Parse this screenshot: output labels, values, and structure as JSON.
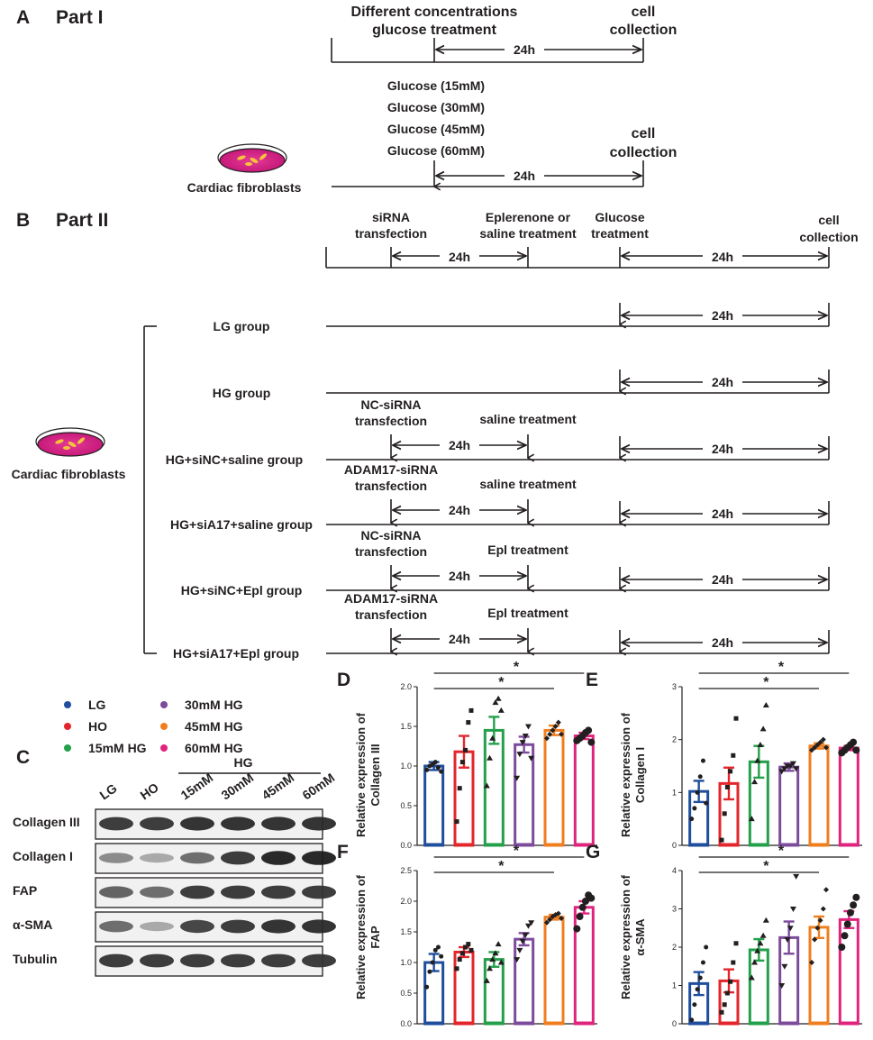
{
  "panels": {
    "A": "A",
    "B": "B",
    "C": "C",
    "D": "D",
    "E": "E",
    "F": "F",
    "G": "G"
  },
  "part1": {
    "title": "Part I",
    "treat_line1": "Different concentrations",
    "treat_line2": "glucose treatment",
    "cell1": "cell",
    "collect1": "collection",
    "dur1": "24h",
    "glucose": [
      "Glucose (15mM)",
      "Glucose (30mM)",
      "Glucose (45mM)",
      "Glucose (60mM)"
    ],
    "cell2": "cell",
    "collect2": "collection",
    "dur2": "24h",
    "fibro": "Cardiac fibroblasts"
  },
  "part2": {
    "title": "Part II",
    "sirna1": "siRNA",
    "sirna2": "transfection",
    "epl1": "Eplerenone or",
    "epl2": "saline treatment",
    "glu1": "Glucose",
    "glu2": "treatment",
    "cell": "cell",
    "collect": "collection",
    "dur": "24h",
    "fibro": "Cardiac fibroblasts",
    "groups": [
      {
        "name": "LG group",
        "tr1": "",
        "tr2": "",
        "treat": ""
      },
      {
        "name": "HG group",
        "tr1": "",
        "tr2": "",
        "treat": ""
      },
      {
        "name": "HG+siNC+saline group",
        "tr1": "NC-siRNA",
        "tr2": "transfection",
        "treat": "saline treatment"
      },
      {
        "name": "HG+siA17+saline group",
        "tr1": "ADAM17-siRNA",
        "tr2": "transfection",
        "treat": "saline treatment"
      },
      {
        "name": "HG+siNC+Epl group",
        "tr1": "NC-siRNA",
        "tr2": "transfection",
        "treat": "Epl treatment"
      },
      {
        "name": "HG+siA17+Epl group",
        "tr1": "ADAM17-siRNA",
        "tr2": "transfection",
        "treat": "Epl treatment"
      }
    ]
  },
  "legend": [
    {
      "label": "LG",
      "color": "#1f4e9c"
    },
    {
      "label": "HO",
      "color": "#e3262b"
    },
    {
      "label": "15mM HG",
      "color": "#23a04a"
    },
    {
      "label": "30mM HG",
      "color": "#7c4b9c"
    },
    {
      "label": "45mM HG",
      "color": "#f07e1f"
    },
    {
      "label": "60mM HG",
      "color": "#e0247e"
    }
  ],
  "blot": {
    "group_label": "HG",
    "lanes": [
      "LG",
      "HO",
      "15mM",
      "30mM",
      "45mM",
      "60mM"
    ],
    "rows": [
      {
        "name": "Collagen III",
        "intensity": [
          0.85,
          0.85,
          0.9,
          0.9,
          0.9,
          0.9
        ]
      },
      {
        "name": "Collagen I",
        "intensity": [
          0.45,
          0.3,
          0.6,
          0.85,
          0.95,
          0.95
        ]
      },
      {
        "name": "FAP",
        "intensity": [
          0.65,
          0.6,
          0.85,
          0.85,
          0.85,
          0.85
        ]
      },
      {
        "name": "α-SMA",
        "intensity": [
          0.6,
          0.3,
          0.8,
          0.85,
          0.9,
          0.9
        ]
      },
      {
        "name": "Tubulin",
        "intensity": [
          0.85,
          0.85,
          0.85,
          0.85,
          0.85,
          0.85
        ]
      }
    ]
  },
  "chart_data": [
    {
      "id": "D",
      "type": "bar",
      "ylabel_line1": "Relative expression of",
      "ylabel_line2": "Collagen III",
      "categories": [
        "LG",
        "HO",
        "15mM HG",
        "30mM HG",
        "45mM HG",
        "60mM HG"
      ],
      "values": [
        1.0,
        1.18,
        1.45,
        1.27,
        1.45,
        1.38
      ],
      "errors": [
        0.05,
        0.2,
        0.17,
        0.1,
        0.06,
        0.04
      ],
      "ylim": [
        0,
        2.0
      ],
      "yticks": [
        "0.0",
        "0.5",
        "1.0",
        "1.5",
        "2.0"
      ],
      "ytick_values": [
        0,
        0.5,
        1.0,
        1.5,
        2.0
      ],
      "points": [
        [
          0.95,
          1.0,
          1.02,
          1.05,
          0.98,
          0.93
        ],
        [
          0.3,
          0.72,
          1.05,
          1.2,
          1.55,
          1.7
        ],
        [
          0.75,
          1.1,
          1.35,
          1.8,
          1.85,
          1.7
        ],
        [
          0.85,
          1.15,
          1.3,
          1.38,
          1.5,
          1.1
        ],
        [
          1.35,
          1.4,
          1.45,
          1.5,
          1.55,
          1.4
        ],
        [
          1.32,
          1.35,
          1.38,
          1.42,
          1.45,
          1.3
        ]
      ],
      "significance": [
        {
          "from": 0,
          "to": 5,
          "label": "*"
        },
        {
          "from": 0,
          "to": 4,
          "label": "*"
        }
      ]
    },
    {
      "id": "E",
      "type": "bar",
      "ylabel_line1": "Relative expression of",
      "ylabel_line2": "Collagen I",
      "categories": [
        "LG",
        "HO",
        "15mM HG",
        "30mM HG",
        "45mM HG",
        "60mM HG"
      ],
      "values": [
        1.02,
        1.17,
        1.58,
        1.48,
        1.88,
        1.84
      ],
      "errors": [
        0.2,
        0.3,
        0.3,
        0.07,
        0.05,
        0.04
      ],
      "ylim": [
        0,
        3
      ],
      "yticks": [
        "0",
        "1",
        "2",
        "3"
      ],
      "ytick_values": [
        0,
        1,
        2,
        3
      ],
      "points": [
        [
          0.5,
          0.7,
          1.0,
          1.3,
          1.6,
          0.8
        ],
        [
          0.1,
          0.6,
          1.1,
          1.4,
          1.7,
          2.4
        ],
        [
          0.5,
          1.2,
          1.6,
          1.9,
          2.2,
          2.65
        ],
        [
          1.4,
          1.45,
          1.5,
          1.5,
          1.55,
          1.45
        ],
        [
          1.8,
          1.85,
          1.9,
          1.95,
          2.0,
          1.85
        ],
        [
          1.75,
          1.8,
          1.85,
          1.9,
          1.95,
          1.8
        ]
      ],
      "significance": [
        {
          "from": 0,
          "to": 5,
          "label": "*"
        },
        {
          "from": 0,
          "to": 4,
          "label": "*"
        }
      ]
    },
    {
      "id": "F",
      "type": "bar",
      "ylabel_line1": "Relative expression of",
      "ylabel_line2": "FAP",
      "categories": [
        "LG",
        "HO",
        "15mM HG",
        "30mM HG",
        "45mM HG",
        "60mM HG"
      ],
      "values": [
        1.0,
        1.17,
        1.05,
        1.38,
        1.74,
        1.9
      ],
      "errors": [
        0.14,
        0.08,
        0.12,
        0.1,
        0.04,
        0.1
      ],
      "ylim": [
        0,
        2.5
      ],
      "yticks": [
        "0.0",
        "0.5",
        "1.0",
        "1.5",
        "2.0",
        "2.5"
      ],
      "ytick_values": [
        0,
        0.5,
        1.0,
        1.5,
        2.0,
        2.5
      ],
      "points": [
        [
          0.6,
          0.85,
          1.0,
          1.2,
          1.25,
          1.1
        ],
        [
          0.9,
          1.05,
          1.15,
          1.25,
          1.3,
          1.2
        ],
        [
          0.7,
          0.9,
          1.05,
          1.15,
          1.3,
          1.0
        ],
        [
          1.05,
          1.2,
          1.35,
          1.45,
          1.6,
          1.65
        ],
        [
          1.65,
          1.7,
          1.75,
          1.78,
          1.8,
          1.72
        ],
        [
          1.55,
          1.75,
          1.9,
          2.0,
          2.1,
          2.05
        ]
      ],
      "significance": [
        {
          "from": 0,
          "to": 5,
          "label": "*"
        },
        {
          "from": 0,
          "to": 4,
          "label": "*"
        }
      ]
    },
    {
      "id": "G",
      "type": "bar",
      "ylabel_line1": "Relative expression of",
      "ylabel_line2": "α-SMA",
      "categories": [
        "LG",
        "HO",
        "15mM HG",
        "30mM HG",
        "45mM HG",
        "60mM HG"
      ],
      "values": [
        1.05,
        1.12,
        1.93,
        2.25,
        2.52,
        2.72
      ],
      "errors": [
        0.3,
        0.3,
        0.28,
        0.42,
        0.28,
        0.22
      ],
      "ylim": [
        0,
        4
      ],
      "yticks": [
        "0",
        "1",
        "2",
        "3",
        "4"
      ],
      "ytick_values": [
        0,
        1,
        2,
        3,
        4
      ],
      "points": [
        [
          0.1,
          0.5,
          0.9,
          1.2,
          1.6,
          2.0
        ],
        [
          0.3,
          0.5,
          0.8,
          1.1,
          1.6,
          2.1
        ],
        [
          1.2,
          1.6,
          1.9,
          2.1,
          2.3,
          2.7
        ],
        [
          1.0,
          1.5,
          2.2,
          2.5,
          3.0,
          3.85
        ],
        [
          1.6,
          2.2,
          2.5,
          2.7,
          3.0,
          3.5
        ],
        [
          2.0,
          2.3,
          2.6,
          2.9,
          3.1,
          3.3
        ]
      ],
      "significance": [
        {
          "from": 0,
          "to": 5,
          "label": "*"
        },
        {
          "from": 0,
          "to": 4,
          "label": "*"
        }
      ]
    }
  ]
}
